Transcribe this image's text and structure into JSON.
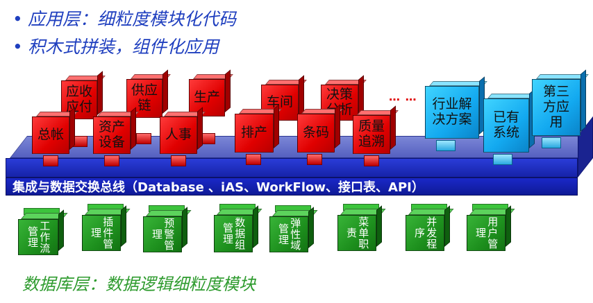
{
  "headline": {
    "bullet1": "应用层：细粒度模块化代码",
    "bullet2": "积木式拼装，组件化应用",
    "bullet_symbol": "•"
  },
  "bus": {
    "label": "集成与数据交换总线（Database 、iAS、WorkFlow、接口表、API）"
  },
  "ellipsis": "… …",
  "red_modules_back": [
    "应收应付",
    "供应链",
    "生产",
    "车间",
    "决策分析"
  ],
  "red_modules_front": [
    "总帐",
    "资产设备",
    "人事",
    "排产",
    "条码",
    "质量追溯"
  ],
  "blue_modules": [
    "行业解决方案",
    "已有系统",
    "第三方应用"
  ],
  "green_modules": [
    "工作流管理",
    "插件管理",
    "预警管理",
    "数据组管理",
    "弹性域管理",
    "菜单职责",
    "并发程序",
    "用户管理"
  ],
  "db_caption": "数据库层：数据逻辑细粒度模块",
  "colors": {
    "heading_blue": "#1f3fbf",
    "module_red": "#e00000",
    "module_blue": "#13a9f0",
    "module_green": "#1d8f1d",
    "bus_blue": "#1623a8"
  }
}
